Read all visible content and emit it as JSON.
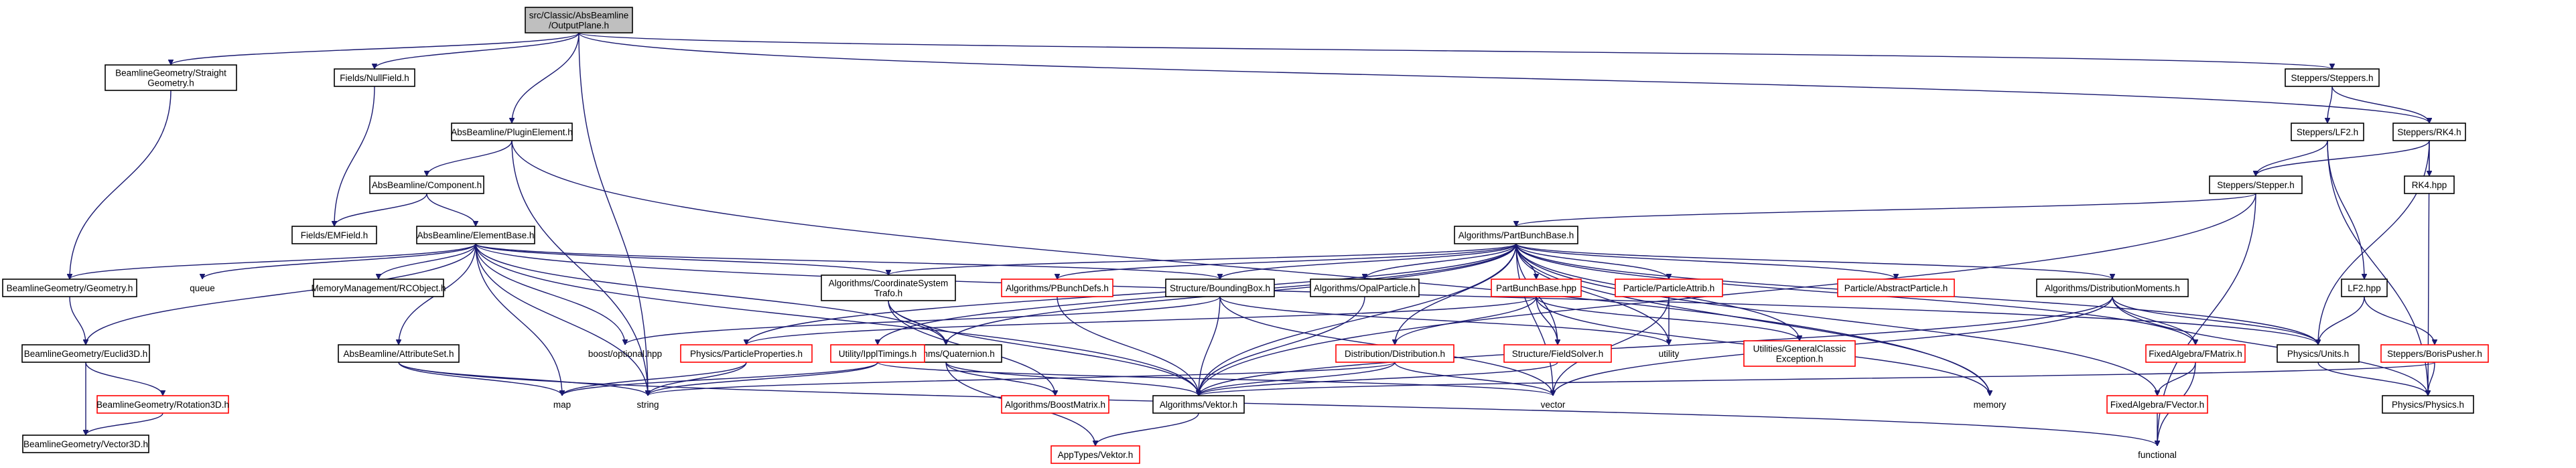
{
  "graph": {
    "edge_color": "#191970",
    "node_border_color": "#000000",
    "missing_node_border_color": "#ff0000",
    "root_fill": "#bfbfbf",
    "nodes": [
      {
        "id": "root",
        "lines": [
          "src/Classic/AbsBeamline",
          "/OutputPlane.h"
        ],
        "style": "root"
      },
      {
        "id": "straightgeom",
        "lines": [
          "BeamlineGeometry/Straight",
          "Geometry.h"
        ],
        "style": "black"
      },
      {
        "id": "nullfield",
        "lines": [
          "Fields/NullField.h"
        ],
        "style": "black"
      },
      {
        "id": "pluginelement",
        "lines": [
          "AbsBeamline/PluginElement.h"
        ],
        "style": "black"
      },
      {
        "id": "component",
        "lines": [
          "AbsBeamline/Component.h"
        ],
        "style": "black"
      },
      {
        "id": "emfield",
        "lines": [
          "Fields/EMField.h"
        ],
        "style": "black"
      },
      {
        "id": "elementbase",
        "lines": [
          "AbsBeamline/ElementBase.h"
        ],
        "style": "black"
      },
      {
        "id": "geometry",
        "lines": [
          "BeamlineGeometry/Geometry.h"
        ],
        "style": "black"
      },
      {
        "id": "euclid3d",
        "lines": [
          "BeamlineGeometry/Euclid3D.h"
        ],
        "style": "black"
      },
      {
        "id": "rotation3d",
        "lines": [
          "BeamlineGeometry/Rotation3D.h"
        ],
        "style": "red"
      },
      {
        "id": "vector3d",
        "lines": [
          "BeamlineGeometry/Vector3D.h"
        ],
        "style": "black"
      },
      {
        "id": "queue",
        "lines": [
          "queue"
        ],
        "style": "plain"
      },
      {
        "id": "rcobject",
        "lines": [
          "MemoryManagement/RCObject.h"
        ],
        "style": "black"
      },
      {
        "id": "attributeset",
        "lines": [
          "AbsBeamline/AttributeSet.h"
        ],
        "style": "black"
      },
      {
        "id": "map",
        "lines": [
          "map"
        ],
        "style": "plain"
      },
      {
        "id": "string",
        "lines": [
          "string"
        ],
        "style": "plain"
      },
      {
        "id": "optional",
        "lines": [
          "boost/optional.hpp"
        ],
        "style": "plain"
      },
      {
        "id": "physprops",
        "lines": [
          "Physics/ParticleProperties.h"
        ],
        "style": "red"
      },
      {
        "id": "coordtrafo",
        "lines": [
          "Algorithms/CoordinateSystem",
          "Trafo.h"
        ],
        "style": "black"
      },
      {
        "id": "quaternion",
        "lines": [
          "Algorithms/Quaternion.h"
        ],
        "style": "black"
      },
      {
        "id": "ippltimings",
        "lines": [
          "Utility/IpplTimings.h"
        ],
        "style": "red"
      },
      {
        "id": "pbunchdefs",
        "lines": [
          "Algorithms/PBunchDefs.h"
        ],
        "style": "red"
      },
      {
        "id": "boostmatrix",
        "lines": [
          "Algorithms/BoostMatrix.h"
        ],
        "style": "red"
      },
      {
        "id": "vektorh",
        "lines": [
          "Algorithms/Vektor.h"
        ],
        "style": "black"
      },
      {
        "id": "apptypes",
        "lines": [
          "AppTypes/Vektor.h"
        ],
        "style": "red"
      },
      {
        "id": "boundingbox",
        "lines": [
          "Structure/BoundingBox.h"
        ],
        "style": "black"
      },
      {
        "id": "opalparticle",
        "lines": [
          "Algorithms/OpalParticle.h"
        ],
        "style": "black"
      },
      {
        "id": "partbunchbase",
        "lines": [
          "Algorithms/PartBunchBase.h"
        ],
        "style": "black"
      },
      {
        "id": "partbunchbasehpp",
        "lines": [
          "PartBunchBase.hpp"
        ],
        "style": "red"
      },
      {
        "id": "distribution",
        "lines": [
          "Distribution/Distribution.h"
        ],
        "style": "red"
      },
      {
        "id": "fieldsolver",
        "lines": [
          "Structure/FieldSolver.h"
        ],
        "style": "red"
      },
      {
        "id": "particleattrib",
        "lines": [
          "Particle/ParticleAttrib.h"
        ],
        "style": "red"
      },
      {
        "id": "utility",
        "lines": [
          "utility"
        ],
        "style": "plain"
      },
      {
        "id": "genexception",
        "lines": [
          "Utilities/GeneralClassic",
          "Exception.h"
        ],
        "style": "red"
      },
      {
        "id": "abstractparticle",
        "lines": [
          "Particle/AbstractParticle.h"
        ],
        "style": "red"
      },
      {
        "id": "vector",
        "lines": [
          "vector"
        ],
        "style": "plain"
      },
      {
        "id": "memory",
        "lines": [
          "memory"
        ],
        "style": "plain"
      },
      {
        "id": "distmoments",
        "lines": [
          "Algorithms/DistributionMoments.h"
        ],
        "style": "black"
      },
      {
        "id": "fmatrix",
        "lines": [
          "FixedAlgebra/FMatrix.h"
        ],
        "style": "red"
      },
      {
        "id": "fvector",
        "lines": [
          "FixedAlgebra/FVector.h"
        ],
        "style": "red"
      },
      {
        "id": "functional",
        "lines": [
          "functional"
        ],
        "style": "plain"
      },
      {
        "id": "steppers",
        "lines": [
          "Steppers/Steppers.h"
        ],
        "style": "black"
      },
      {
        "id": "lf2h",
        "lines": [
          "Steppers/LF2.h"
        ],
        "style": "black"
      },
      {
        "id": "rk4h",
        "lines": [
          "Steppers/RK4.h"
        ],
        "style": "black"
      },
      {
        "id": "stepperh",
        "lines": [
          "Steppers/Stepper.h"
        ],
        "style": "black"
      },
      {
        "id": "rk4hpp",
        "lines": [
          "RK4.hpp"
        ],
        "style": "black"
      },
      {
        "id": "lf2hpp",
        "lines": [
          "LF2.hpp"
        ],
        "style": "black"
      },
      {
        "id": "borispusher",
        "lines": [
          "Steppers/BorisPusher.h"
        ],
        "style": "red"
      },
      {
        "id": "units",
        "lines": [
          "Physics/Units.h"
        ],
        "style": "black"
      },
      {
        "id": "physics",
        "lines": [
          "Physics/Physics.h"
        ],
        "style": "black"
      }
    ],
    "edges": [
      [
        "root",
        "straightgeom"
      ],
      [
        "root",
        "nullfield"
      ],
      [
        "root",
        "pluginelement"
      ],
      [
        "root",
        "string"
      ],
      [
        "root",
        "steppers"
      ],
      [
        "root",
        "rk4h"
      ],
      [
        "straightgeom",
        "geometry"
      ],
      [
        "nullfield",
        "emfield"
      ],
      [
        "pluginelement",
        "component"
      ],
      [
        "pluginelement",
        "string"
      ],
      [
        "pluginelement",
        "memory"
      ],
      [
        "component",
        "emfield"
      ],
      [
        "component",
        "elementbase"
      ],
      [
        "elementbase",
        "geometry"
      ],
      [
        "elementbase",
        "euclid3d"
      ],
      [
        "elementbase",
        "queue"
      ],
      [
        "elementbase",
        "rcobject"
      ],
      [
        "elementbase",
        "attributeset"
      ],
      [
        "elementbase",
        "map"
      ],
      [
        "elementbase",
        "string"
      ],
      [
        "elementbase",
        "optional"
      ],
      [
        "elementbase",
        "coordtrafo"
      ],
      [
        "elementbase",
        "quaternion"
      ],
      [
        "elementbase",
        "vektorh"
      ],
      [
        "elementbase",
        "boundingbox"
      ],
      [
        "elementbase",
        "units"
      ],
      [
        "geometry",
        "euclid3d"
      ],
      [
        "euclid3d",
        "rotation3d"
      ],
      [
        "euclid3d",
        "vector3d"
      ],
      [
        "rotation3d",
        "vector3d"
      ],
      [
        "attributeset",
        "map"
      ],
      [
        "attributeset",
        "string"
      ],
      [
        "attributeset",
        "functional"
      ],
      [
        "physprops",
        "map"
      ],
      [
        "physprops",
        "string"
      ],
      [
        "coordtrafo",
        "quaternion"
      ],
      [
        "coordtrafo",
        "vektorh"
      ],
      [
        "coordtrafo",
        "boostmatrix"
      ],
      [
        "quaternion",
        "vektorh"
      ],
      [
        "quaternion",
        "boostmatrix"
      ],
      [
        "quaternion",
        "apptypes"
      ],
      [
        "ippltimings",
        "map"
      ],
      [
        "ippltimings",
        "string"
      ],
      [
        "ippltimings",
        "vector"
      ],
      [
        "pbunchdefs",
        "vektorh"
      ],
      [
        "vektorh",
        "apptypes"
      ],
      [
        "boundingbox",
        "vektorh"
      ],
      [
        "boundingbox",
        "vector"
      ],
      [
        "boundingbox",
        "utility"
      ],
      [
        "boundingbox",
        "optional"
      ],
      [
        "opalparticle",
        "vektorh"
      ],
      [
        "partbunchbase",
        "pbunchdefs"
      ],
      [
        "partbunchbase",
        "coordtrafo"
      ],
      [
        "partbunchbase",
        "quaternion"
      ],
      [
        "partbunchbase",
        "vektorh"
      ],
      [
        "partbunchbase",
        "boundingbox"
      ],
      [
        "partbunchbase",
        "opalparticle"
      ],
      [
        "partbunchbase",
        "partbunchbasehpp"
      ],
      [
        "partbunchbase",
        "distribution"
      ],
      [
        "partbunchbase",
        "fieldsolver"
      ],
      [
        "partbunchbase",
        "particleattrib"
      ],
      [
        "partbunchbase",
        "utility"
      ],
      [
        "partbunchbase",
        "genexception"
      ],
      [
        "partbunchbase",
        "abstractparticle"
      ],
      [
        "partbunchbase",
        "vector"
      ],
      [
        "partbunchbase",
        "memory"
      ],
      [
        "partbunchbase",
        "distmoments"
      ],
      [
        "partbunchbase",
        "fmatrix"
      ],
      [
        "partbunchbase",
        "fvector"
      ],
      [
        "partbunchbase",
        "units"
      ],
      [
        "partbunchbase",
        "physprops"
      ],
      [
        "partbunchbase",
        "ippltimings"
      ],
      [
        "partbunchbasehpp",
        "distribution"
      ],
      [
        "partbunchbasehpp",
        "fieldsolver"
      ],
      [
        "partbunchbasehpp",
        "genexception"
      ],
      [
        "partbunchbasehpp",
        "physprops"
      ],
      [
        "partbunchbasehpp",
        "memory"
      ],
      [
        "distribution",
        "vektorh"
      ],
      [
        "distribution",
        "vector"
      ],
      [
        "distribution",
        "string"
      ],
      [
        "fieldsolver",
        "vektorh"
      ],
      [
        "particleattrib",
        "utility"
      ],
      [
        "particleattrib",
        "vector"
      ],
      [
        "distmoments",
        "vektorh"
      ],
      [
        "distmoments",
        "units"
      ],
      [
        "distmoments",
        "vector"
      ],
      [
        "distmoments",
        "fmatrix"
      ],
      [
        "distmoments",
        "physics"
      ],
      [
        "fmatrix",
        "fvector"
      ],
      [
        "fmatrix",
        "functional"
      ],
      [
        "fvector",
        "functional"
      ],
      [
        "steppers",
        "lf2h"
      ],
      [
        "steppers",
        "rk4h"
      ],
      [
        "lf2h",
        "stepperh"
      ],
      [
        "lf2h",
        "lf2hpp"
      ],
      [
        "lf2h",
        "physics"
      ],
      [
        "rk4h",
        "stepperh"
      ],
      [
        "rk4h",
        "rk4hpp"
      ],
      [
        "rk4h",
        "units"
      ],
      [
        "rk4h",
        "physics"
      ],
      [
        "stepperh",
        "partbunchbase"
      ],
      [
        "stepperh",
        "vektorh"
      ],
      [
        "stepperh",
        "functional"
      ],
      [
        "lf2hpp",
        "units"
      ],
      [
        "lf2hpp",
        "borispusher"
      ],
      [
        "borispusher",
        "physics"
      ],
      [
        "borispusher",
        "vektorh"
      ],
      [
        "units",
        "physics"
      ]
    ]
  }
}
